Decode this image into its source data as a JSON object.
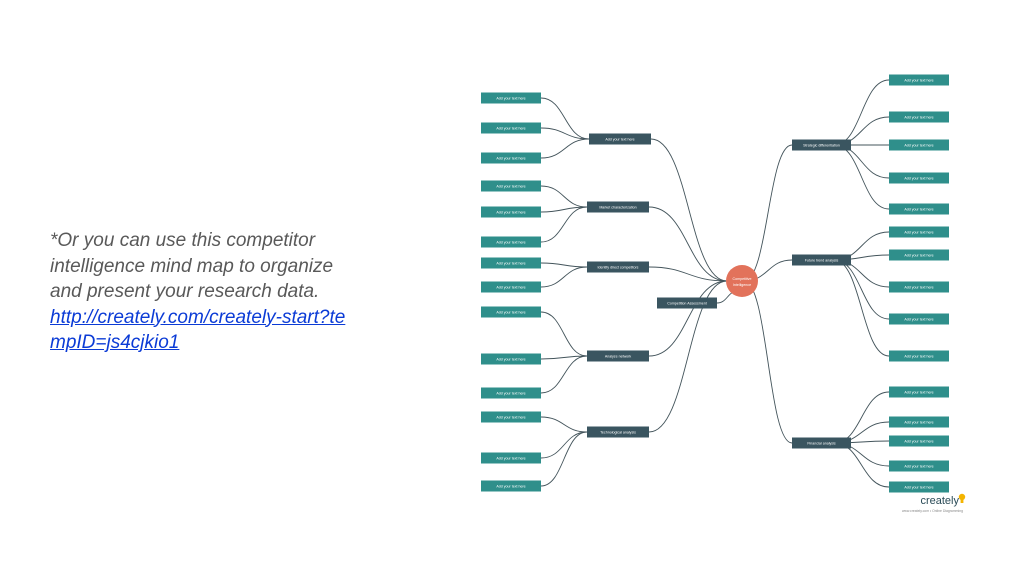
{
  "slide": {
    "note_line1": "*Or you can use this competitor",
    "note_line2": "intelligence mind map to organize",
    "note_line3": "and present your research data.",
    "link_text": "http://creately.com/creately-start?tempID=js4cjkio1"
  },
  "mindmap": {
    "center_label": "Competitive Intelligence",
    "center_color": "#e2725b",
    "branch_color": "#3a5560",
    "leaf_color": "#2f8f8b",
    "line_color": "#43545b",
    "left_branches": [
      {
        "label": "Add your text here",
        "leaves": [
          "Add your text here",
          "Add your text here",
          "Add your text here"
        ]
      },
      {
        "label": "Market characterization",
        "leaves": [
          "Add your text here",
          "Add your text here",
          "Add your text here"
        ]
      },
      {
        "label": "Identify direct competitors",
        "leaves": [
          "Add your text here",
          "Add your text here"
        ]
      },
      {
        "label": "Analyze network",
        "leaves": [
          "Add your text here",
          "Add your text here",
          "Add your text here"
        ]
      },
      {
        "label": "Technological analysis",
        "leaves": [
          "Add your text here",
          "Add your text here",
          "Add your text here"
        ]
      }
    ],
    "hub_branch": {
      "label": "Competition Assessment"
    },
    "right_branches": [
      {
        "label": "Strategic differentiation",
        "leaves": [
          "Add your text here",
          "Add your text here",
          "Add your text here",
          "Add your text here",
          "Add your text here"
        ]
      },
      {
        "label": "Future trend analysis",
        "leaves": [
          "Add your text here",
          "Add your text here",
          "Add your text here",
          "Add your text here",
          "Add your text here"
        ]
      },
      {
        "label": "Financial analysis",
        "leaves": [
          "Add your text here",
          "Add your text here",
          "Add your text here",
          "Add your text here",
          "Add your text here"
        ]
      }
    ]
  },
  "brand": {
    "name": "creately",
    "tagline": "www.creately.com • Online Diagramming",
    "accent_color": "#f4b400"
  }
}
